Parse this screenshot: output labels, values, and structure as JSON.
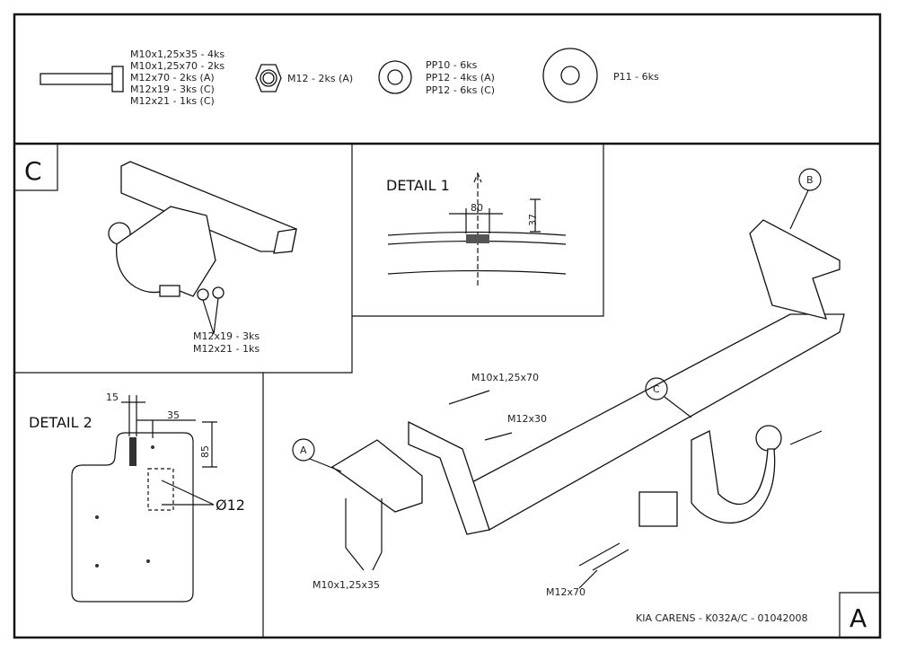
{
  "parts_list": {
    "bolt_lines": [
      "M10x1,25x35 - 4ks",
      "M10x1,25x70 - 2ks",
      "M12x70 - 2ks (A)",
      "M12x19 - 3ks (C)",
      "M12x21 - 1ks (C)"
    ],
    "nut_label": "M12 - 2ks (A)",
    "washer_lines": [
      "PP10 - 6ks",
      "PP12 - 4ks (A)",
      "PP12 - 6ks (C)"
    ],
    "large_washer_label": "P11 - 6ks"
  },
  "view_c": {
    "letter": "C",
    "labels": [
      "M12x19 - 3ks",
      "M12x21 - 1ks"
    ]
  },
  "detail_1": {
    "title": "DETAIL 1",
    "dim_width": "80",
    "dim_height": "37"
  },
  "detail_2": {
    "title": "DETAIL 2",
    "dim_15": "15",
    "dim_35": "35",
    "dim_85": "85",
    "hole": "Ø12"
  },
  "main": {
    "callouts": [
      "A",
      "B",
      "C"
    ],
    "labels": {
      "m10_70": "M10x1,25x70",
      "m12_30": "M12x30",
      "m10_35": "M10x1,25x35",
      "m12_70": "M12x70"
    }
  },
  "title_block": {
    "text": "KIA CARENS - K032A/C - 01042008",
    "sheet_letter": "A"
  }
}
